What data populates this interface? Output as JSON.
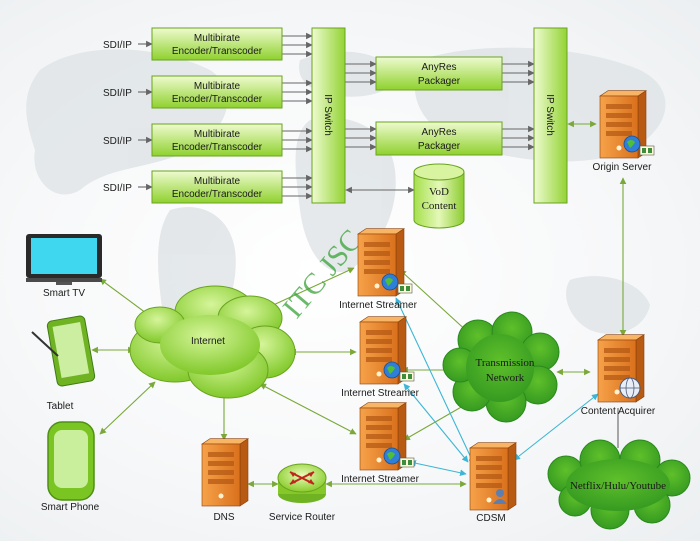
{
  "inputs": {
    "sdi_1": "SDI/IP",
    "sdi_2": "SDI/IP",
    "sdi_3": "SDI/IP",
    "sdi_4": "SDI/IP"
  },
  "encoders": {
    "enc_1": [
      "Multibirate",
      "Encoder/Transcoder"
    ],
    "enc_2": [
      "Multibirate",
      "Encoder/Transcoder"
    ],
    "enc_3": [
      "Multibirate",
      "Encoder/Transcoder"
    ],
    "enc_4": [
      "Multibirate",
      "Encoder/Transcoder"
    ]
  },
  "switches": {
    "left": "IP Switch",
    "right": "IP Switch"
  },
  "packagers": {
    "pkg_1": [
      "AnyRes",
      "Packager"
    ],
    "pkg_2": [
      "AnyRes",
      "Packager"
    ]
  },
  "vod": [
    "VoD",
    "Content"
  ],
  "servers": {
    "origin": "Origin Server",
    "streamer_1": "Internet Streamer",
    "streamer_2": "Internet Streamer",
    "streamer_3": "Internet Streamer",
    "acquirer": "Content Acquirer",
    "cdsm": "CDSM",
    "dns": "DNS"
  },
  "router": "Service Router",
  "clouds": {
    "internet": "Internet",
    "transmission": [
      "Transmission",
      "Network"
    ],
    "providers": "Netflix/Hulu/Youtube"
  },
  "devices": {
    "tv": "Smart TV",
    "tablet": "Tablet",
    "phone": "Smart Phone"
  },
  "watermark": "ITC JSC",
  "colors": {
    "box_fill_top": "#e9f9c2",
    "box_fill_bottom": "#8fd12e",
    "box_stroke": "#6aa320",
    "server_orange": "#e07a1f",
    "arrow_green": "#7aa83a",
    "arrow_cyan": "#3cb6d6"
  }
}
